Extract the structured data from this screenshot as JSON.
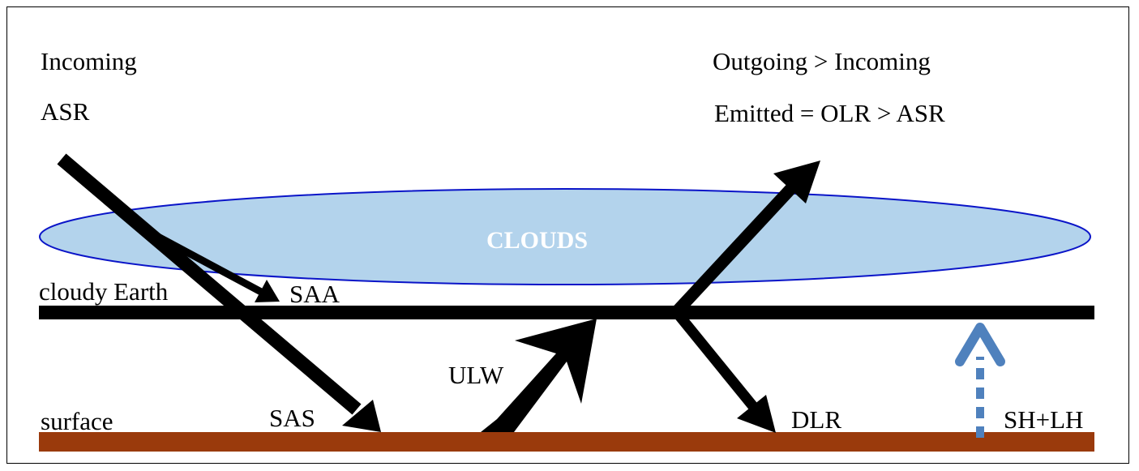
{
  "labels": {
    "incoming": "Incoming",
    "asr": "ASR",
    "outgoing": "Outgoing > Incoming",
    "emitted": "Emitted = OLR > ASR",
    "clouds": "CLOUDS",
    "cloudy_earth": "cloudy Earth",
    "saa": "SAA",
    "ulw": "ULW",
    "dlr": "DLR",
    "surface": "surface",
    "sas": "SAS",
    "sh_lh": "SH+LH"
  },
  "colors": {
    "cloud_fill": "#b3d3ec",
    "cloud_stroke": "#0a14c8",
    "surface": "#9a3a0c",
    "earth_line": "#000000",
    "arrows": "#000000",
    "heat_arrow": "#4f81bd",
    "frame": "#000000"
  },
  "icons": {
    "heat_arrow": "dotted-up-arrow"
  }
}
